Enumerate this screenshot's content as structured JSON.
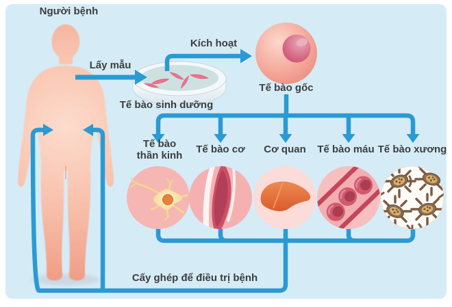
{
  "patient_label": "Người bệnh",
  "flow": {
    "sample_label": "Lấy mẫu",
    "somatic_label": "Tế bào sinh dưỡng",
    "activate_label": "Kích hoạt",
    "stem_label": "Tế bào gốc",
    "transplant_label": "Cấy ghép để điều trị bệnh"
  },
  "cell_types": [
    {
      "label": "Tế bào thần kinh",
      "icon": "neuron-icon"
    },
    {
      "label": "Tế bào cơ",
      "icon": "muscle-fiber-icon"
    },
    {
      "label": "Cơ quan",
      "icon": "liver-icon"
    },
    {
      "label": "Tế bào máu",
      "icon": "blood-vessel-icon"
    },
    {
      "label": "Tế bào xương",
      "icon": "bone-tissue-icon"
    }
  ],
  "colors": {
    "background": "#d5ecf7",
    "arrow_blue": "#2a9ad4",
    "text": "#3d3d3d",
    "body_skin": "#f7b49e",
    "stem_cell_pink": "#f3a294",
    "nucleus_pink": "#d3607e"
  }
}
